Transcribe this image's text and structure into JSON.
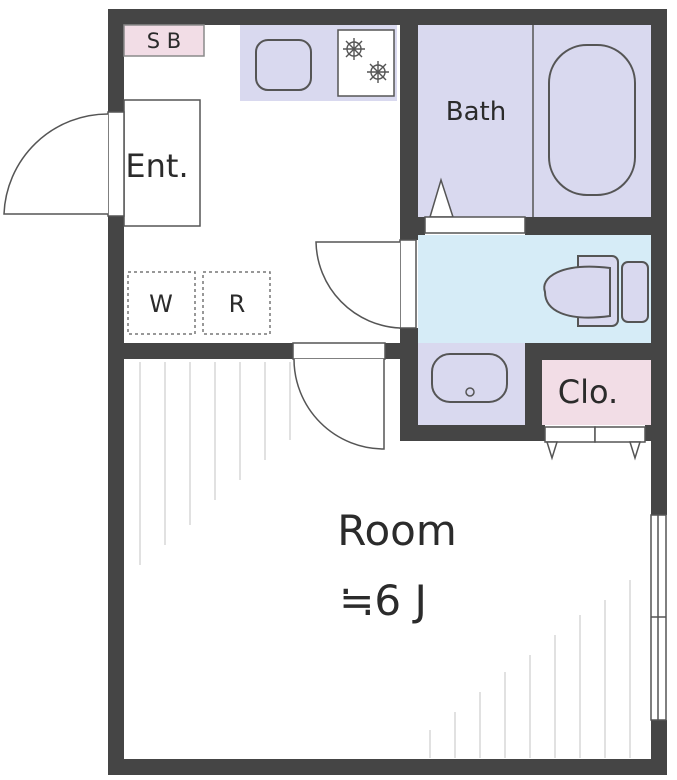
{
  "labels": {
    "shoe_box": "S B",
    "entrance": "Ent.",
    "washer": "W",
    "fridge": "R",
    "bath": "Bath",
    "closet": "Clo.",
    "room": "Room",
    "room_size": "≒6 J"
  },
  "colors": {
    "wall": "#454545",
    "fixture_lavender": "#d9d9ef",
    "toilet_blue": "#d6ecf7",
    "shoebox_pink": "#f2dde6",
    "closet_pink": "#f2dde6",
    "floor": "#ffffff",
    "floor_lines": "#cfcfcf",
    "outline": "#555555"
  },
  "icons": {
    "stove": "gas-burner-icon",
    "sink": "kitchen-sink-icon",
    "bathtub": "bathtub-icon",
    "toilet": "toilet-icon",
    "wash_basin": "wash-basin-icon"
  }
}
